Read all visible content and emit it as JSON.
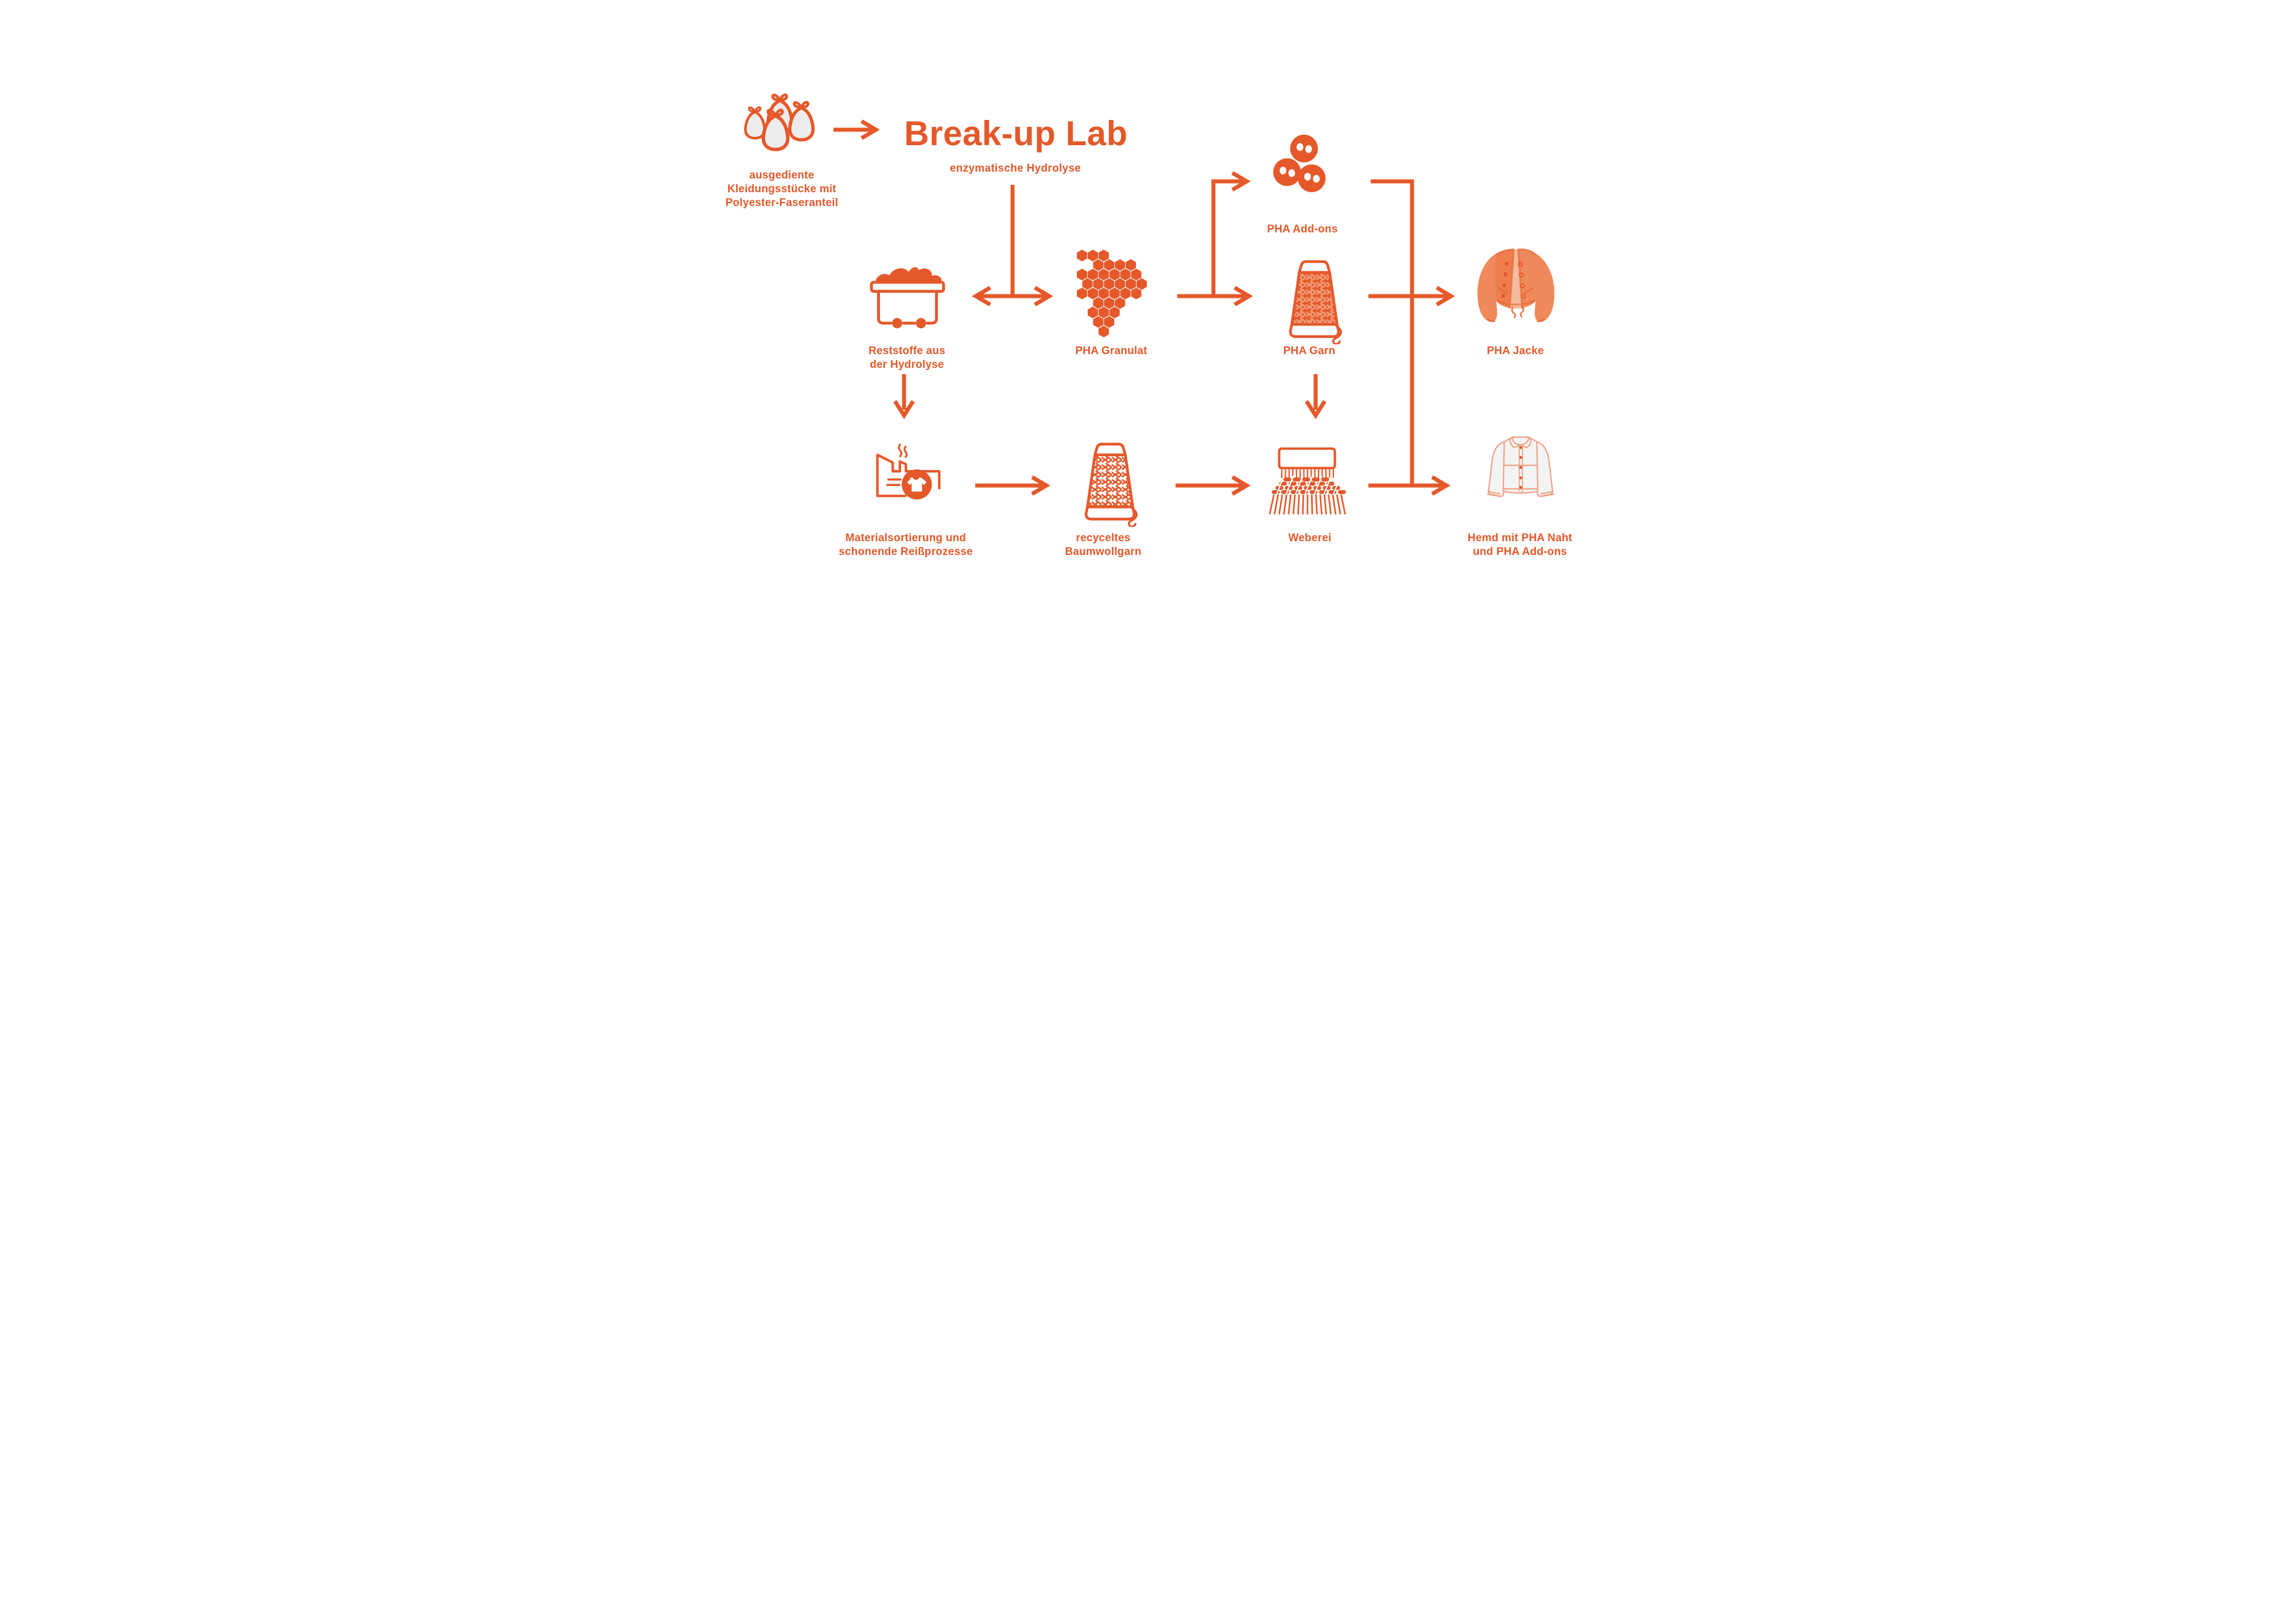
{
  "title": {
    "text": "Break-up Lab",
    "subtitle": "enzymatische Hydrolyse"
  },
  "source": {
    "line1": "ausgediente",
    "line2": "Kleidungsstücke mit",
    "line3": "Polyester-Faseranteil"
  },
  "nodes": {
    "pha_addons": {
      "label": "PHA Add-ons"
    },
    "reststoffe": {
      "line1": "Reststoffe aus",
      "line2": "der Hydrolyse"
    },
    "pha_granulat": {
      "label": "PHA Granulat"
    },
    "pha_garn": {
      "label": "PHA Garn"
    },
    "pha_jacke": {
      "label": "PHA Jacke"
    },
    "materialsortierung": {
      "line1": "Materialsortierung und",
      "line2": "schonende Reißprozesse"
    },
    "baumwollgarn": {
      "line1": "recyceltes",
      "line2": "Baumwollgarn"
    },
    "weberei": {
      "label": "Weberei"
    },
    "hemd": {
      "line1": "Hemd mit PHA Naht",
      "line2": "und PHA Add-ons"
    }
  },
  "icons": {
    "source": "trash-bags-icon",
    "pha_addons": "buttons-icon",
    "reststoffe": "waste-cart-icon",
    "pha_granulat": "granulate-hexagons-icon",
    "pha_garn": "yarn-cone-icon",
    "pha_jacke": "jacket-icon",
    "materialsortierung": "factory-icon",
    "baumwollgarn": "cotton-yarn-cone-icon",
    "weberei": "loom-icon",
    "hemd": "shirt-icon"
  },
  "palette": {
    "orange": "#E5582A",
    "salmon": "#F29C77",
    "bag": "#ECECEC",
    "jacket": "#F0895B",
    "jacketdark": "#EE7E50",
    "jacketlight": "#F6BA9E",
    "jacketline": "#E4632F",
    "seam": "#EFA183",
    "shirtfill": "#F3F3F3"
  }
}
